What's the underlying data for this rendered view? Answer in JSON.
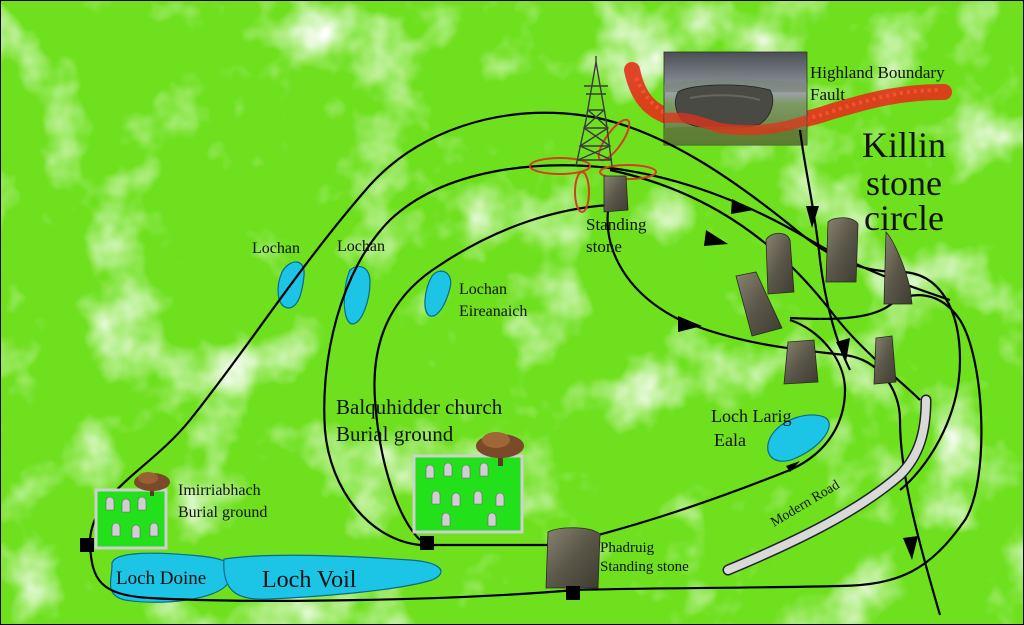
{
  "map": {
    "title": {
      "line1": "Killin",
      "line2": "stone",
      "line3": "circle"
    },
    "labels": {
      "highland_fault_1": "Highland Boundary",
      "highland_fault_2": "Fault",
      "standing_stone_1": "Standing",
      "standing_stone_2": "stone",
      "lochan_a": "Lochan",
      "lochan_b": "Lochan",
      "lochan_eireanaich_1": "Lochan",
      "lochan_eireanaich_2": "Eireanaich",
      "balquhidder_1": "Balquhidder church",
      "balquhidder_2": "Burial ground",
      "imirriabhach_1": "Imirriabhach",
      "imirriabhach_2": "Burial ground",
      "loch_larig_1": "Loch Larig",
      "loch_larig_2": "Eala",
      "modern_road": "Modern Road",
      "phadruig_1": "Phadruig",
      "phadruig_2": "Standing stone",
      "loch_doine": "Loch Doine",
      "loch_voil": "Loch Voil"
    },
    "colors": {
      "grass": "#6ee01e",
      "cloud": "#ffffff",
      "water": "#1cc4e6",
      "route": "#000000",
      "fault": "#e3311a",
      "pylon_ring": "#d04020",
      "cemetery_grass": "#22e01a",
      "stone": "#6e6a58",
      "road": "#d9d9d9"
    },
    "icons": {
      "pylon": "electricity-pylon-icon",
      "tree": "tree-icon",
      "headstone": "headstone-icon",
      "direction": "arrowhead-icon"
    }
  }
}
